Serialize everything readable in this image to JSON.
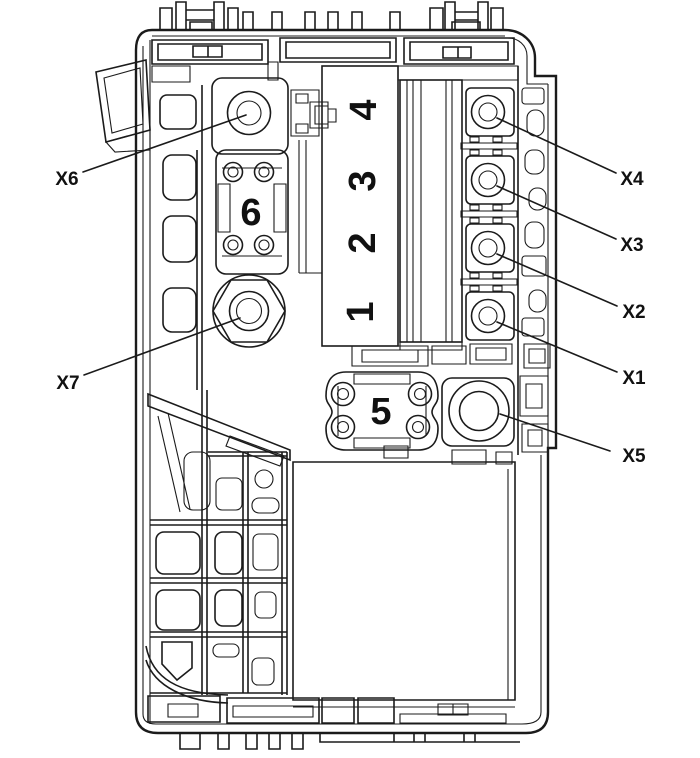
{
  "diagram": {
    "background_color": "#ffffff",
    "line_color": "#1b1b1b",
    "text_color": "#111111",
    "callouts": {
      "x1": "X1",
      "x2": "X2",
      "x3": "X3",
      "x4": "X4",
      "x5": "X5",
      "x6": "X6",
      "x7": "X7"
    },
    "positions": {
      "fuse1": "1",
      "fuse2": "2",
      "fuse3": "3",
      "fuse4": "4",
      "block5": "5",
      "block6": "6"
    }
  }
}
